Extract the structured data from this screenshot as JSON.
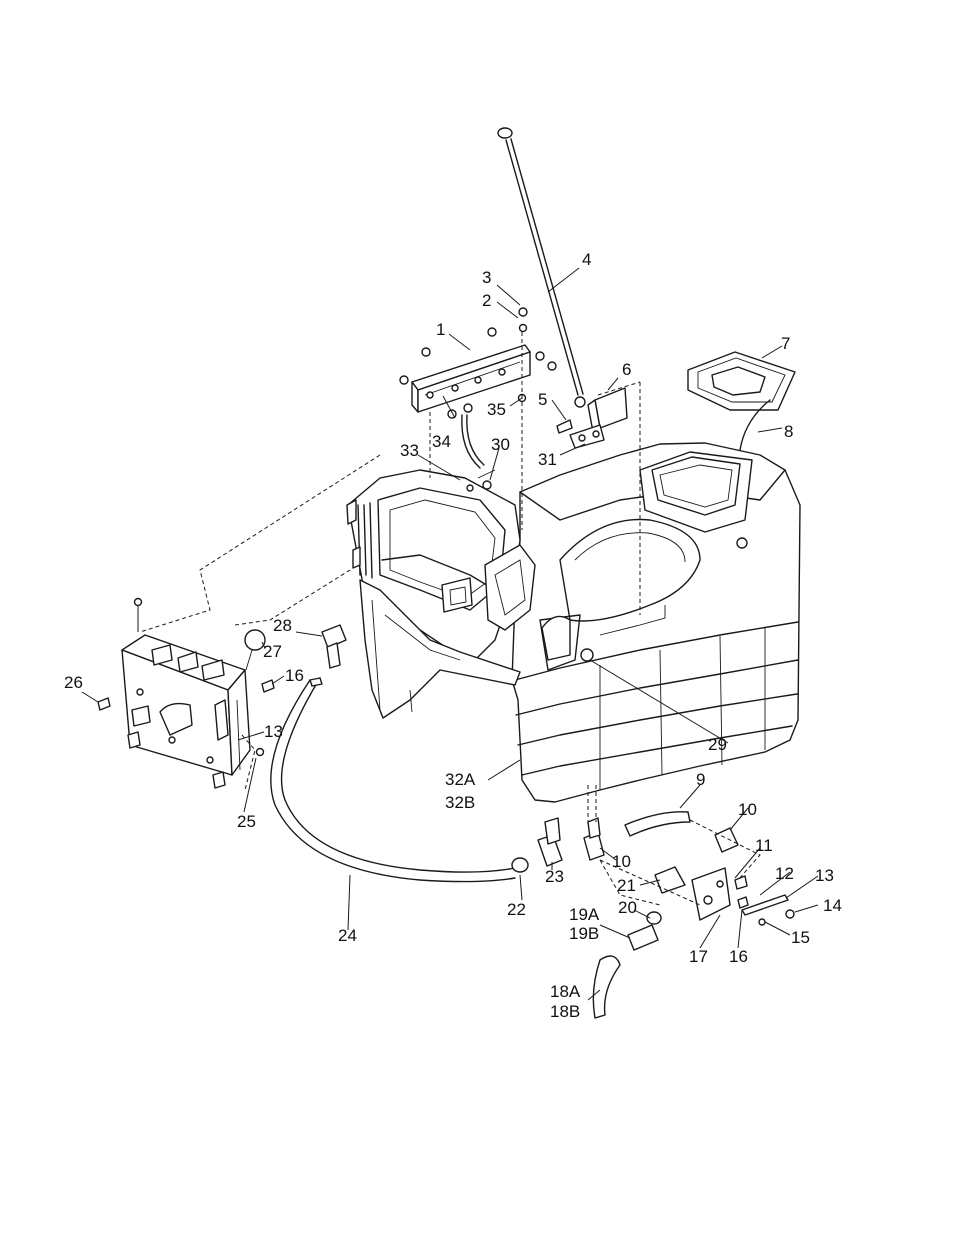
{
  "labels": {
    "l1": "1",
    "l2": "2",
    "l3": "3",
    "l4": "4",
    "l5": "5",
    "l6": "6",
    "l7": "7",
    "l8": "8",
    "l9": "9",
    "l10a": "10",
    "l10b": "10",
    "l11": "11",
    "l12": "12",
    "l13a": "13",
    "l13b": "13",
    "l14": "14",
    "l15": "15",
    "l16a": "16",
    "l16b": "16",
    "l17": "17",
    "l18a": "18A",
    "l18b": "18B",
    "l19a": "19A",
    "l19b": "19B",
    "l20": "20",
    "l21": "21",
    "l22": "22",
    "l23": "23",
    "l24": "24",
    "l25": "25",
    "l26": "26",
    "l27": "27",
    "l28": "28",
    "l29": "29",
    "l30": "30",
    "l31": "31",
    "l32a": "32A",
    "l32b": "32B",
    "l33": "33",
    "l34": "34",
    "l35": "35"
  }
}
